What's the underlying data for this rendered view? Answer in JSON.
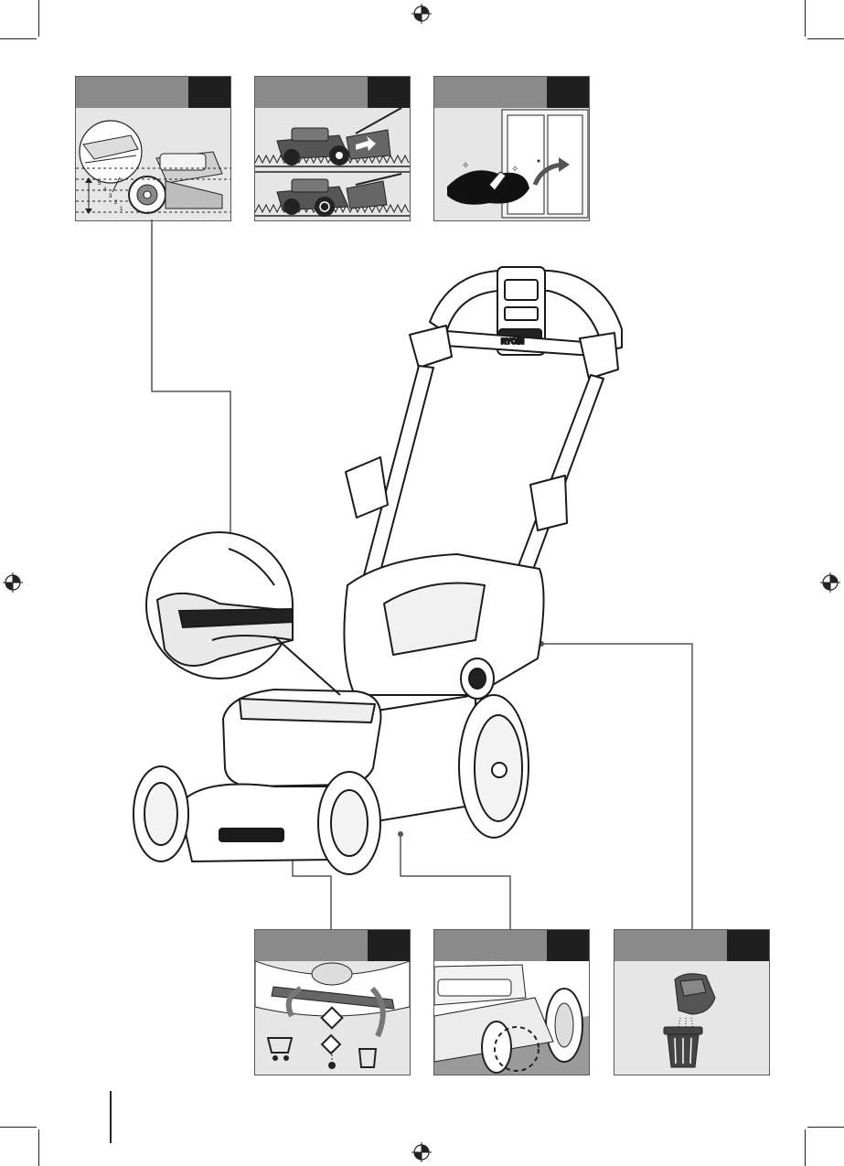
{
  "figure": {
    "brand_label": "RYOBI",
    "height_scale_labels": [
      "5",
      "4",
      "3",
      "2",
      "1"
    ],
    "colors": {
      "panel_header": "#8a8a8a",
      "panel_number_box": "#1f1f1f",
      "panel_background": "#e6e6e6",
      "line_art": "#1a1a1a",
      "leader_line": "#555555"
    },
    "panels_top": [
      {
        "id": "cutting-height-panel",
        "icon": "cutting-height-adjust-icon"
      },
      {
        "id": "self-propel-panel",
        "icon": "self-propel-mowing-icon"
      },
      {
        "id": "storage-panel",
        "icon": "cleaning-and-storage-icon"
      }
    ],
    "panels_bottom": [
      {
        "id": "blade-replacement-panel",
        "icon": "blade-replacement-icon"
      },
      {
        "id": "wheel-panel",
        "icon": "wheel-detail-icon"
      },
      {
        "id": "bag-emptying-panel",
        "icon": "empty-grass-bag-icon"
      }
    ]
  }
}
